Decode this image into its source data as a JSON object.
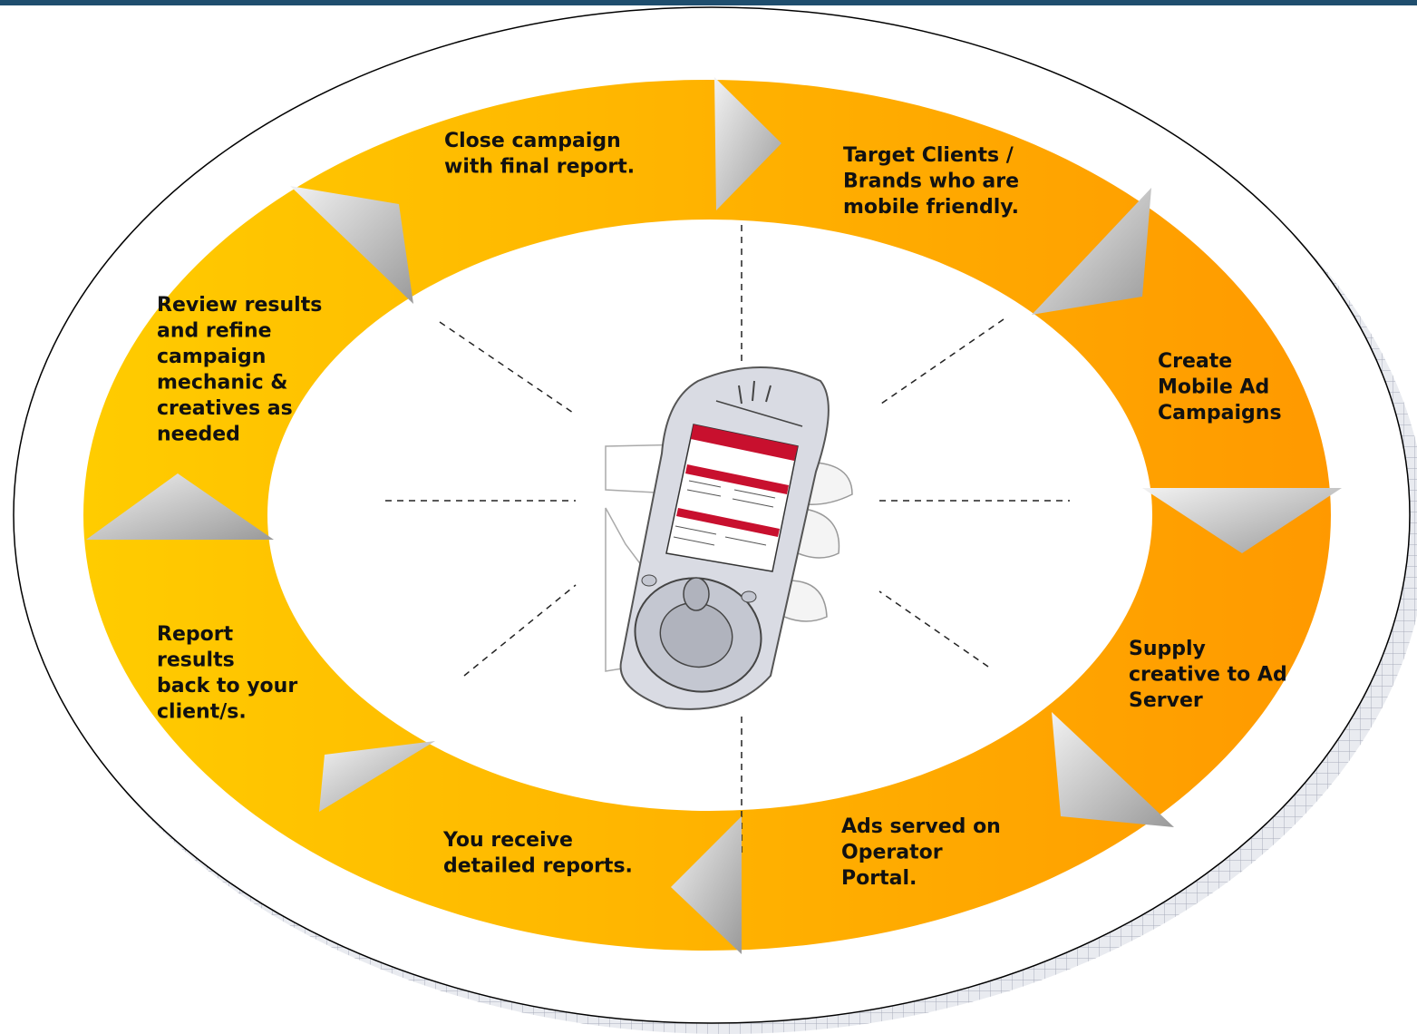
{
  "colors": {
    "top_bar": "#1f4e6e",
    "ring_light": "#ffcc00",
    "ring_dark": "#ff9900",
    "arrow_light": "#f2f2f2",
    "arrow_dark": "#9a9a9a",
    "grid_shadow": "#c9ccd6",
    "text": "#111111"
  },
  "icons": {
    "center": "mobile-phone-in-hand-icon"
  },
  "steps": [
    {
      "id": "close",
      "lines": [
        "Close campaign",
        "with final report."
      ]
    },
    {
      "id": "target",
      "lines": [
        "Target Clients /",
        "Brands who are",
        "mobile friendly."
      ]
    },
    {
      "id": "create",
      "lines": [
        "Create",
        "Mobile Ad",
        "Campaigns"
      ]
    },
    {
      "id": "supply",
      "lines": [
        "Supply",
        "creative to Ad",
        "Server"
      ]
    },
    {
      "id": "served",
      "lines": [
        "Ads served on",
        "Operator",
        "Portal."
      ]
    },
    {
      "id": "receive",
      "lines": [
        "You receive",
        "detailed reports."
      ]
    },
    {
      "id": "report",
      "lines": [
        "Report",
        "results",
        "back to your",
        "client/s."
      ]
    },
    {
      "id": "review",
      "lines": [
        "Review results",
        "and refine",
        "campaign",
        "mechanic &",
        "creatives as",
        "needed"
      ]
    }
  ]
}
